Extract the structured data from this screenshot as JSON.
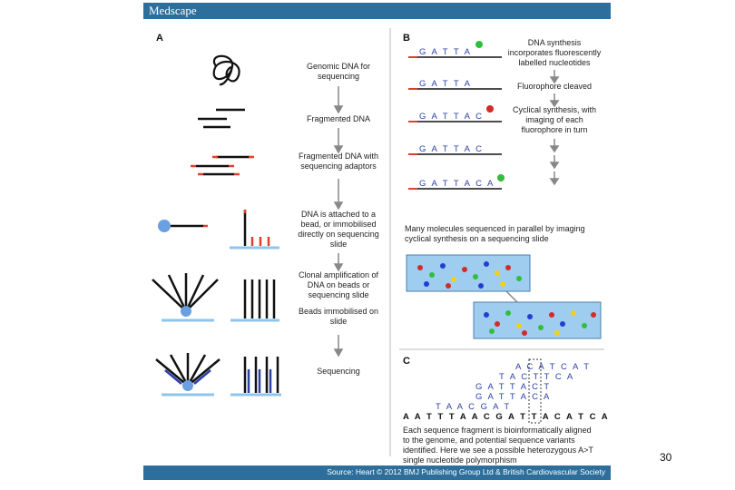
{
  "header": {
    "brand": "Medscape"
  },
  "footer": {
    "source": "Source: Heart © 2012 BMJ Publishing Group Ltd & British Cardiovascular Society"
  },
  "page_number": "30",
  "panel_a": {
    "label": "A",
    "steps": [
      "Genomic DNA for",
      "sequencing",
      "Fragmented DNA",
      "Fragmented DNA with",
      "sequencing adaptors",
      "DNA is attached to a",
      "bead, or immobilised",
      "directly on sequencing",
      "slide",
      "Clonal amplification of",
      "DNA on beads or",
      "sequencing slide",
      "Beads immobilised on",
      "slide",
      "Sequencing"
    ]
  },
  "panel_b": {
    "label": "B",
    "reads": [
      "G A T T A",
      "G A T T A",
      "G A T T A C",
      "G A T T A C",
      "G A T T A C A"
    ],
    "notes": [
      "DNA synthesis",
      "incorporates fluorescently",
      "labelled nucleotides",
      "Fluorophore cleaved",
      "Cyclical synthesis, with",
      "imaging of each",
      "fluorophore in turn"
    ],
    "parallel": [
      "Many molecules sequenced in parallel by imaging",
      "cyclical synthesis on a sequencing slide"
    ]
  },
  "panel_c": {
    "label": "C",
    "fragments": [
      "A C A T C A T",
      "T A C T T C A",
      "G A T T A C T",
      "G A T T A C A",
      "T A A C G A T"
    ],
    "reference": "A A T T T A A C G A T T A C A T C A T T T T A",
    "caption": [
      "Each sequence fragment is bioinformatically aligned",
      "to the genome, and potential sequence variants",
      "identified.  Here we see a possible heterozygous A>T",
      "single nucleotide polymorphism"
    ]
  },
  "colors": {
    "bar": "#2c6f9c",
    "base_blue": "#2b3fa8",
    "adaptor": "#e0402a",
    "bead": "#6a9fe0",
    "slide": "#8fc4ec"
  }
}
